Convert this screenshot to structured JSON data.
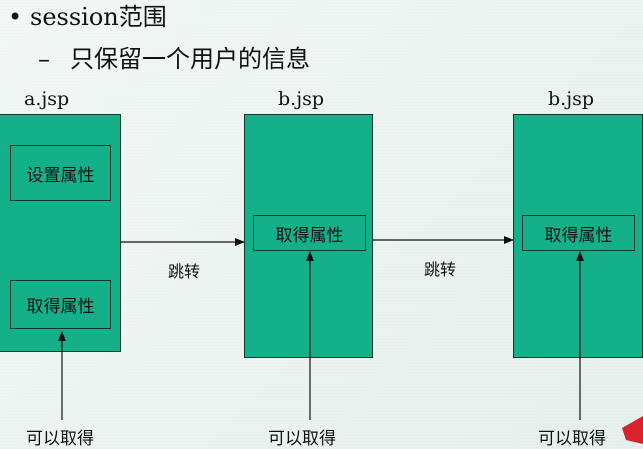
{
  "bullet": {
    "symbol": "•",
    "text": "session范围"
  },
  "subbullet": {
    "symbol": "–",
    "text": "只保留一个用户的信息"
  },
  "pages": [
    {
      "name": "a.jsp",
      "boxes": [
        "设置属性",
        "取得属性"
      ]
    },
    {
      "name": "b.jsp",
      "boxes": [
        "取得属性"
      ]
    },
    {
      "name": "b.jsp",
      "boxes": [
        "取得属性"
      ]
    }
  ],
  "arrows": [
    "跳转",
    "跳转"
  ],
  "notes": [
    "可以取得",
    "可以取得",
    "可以取得"
  ],
  "colors": {
    "page_fill": "#14b08a",
    "outline": "#0b3a2d",
    "arrow": "#111111"
  }
}
